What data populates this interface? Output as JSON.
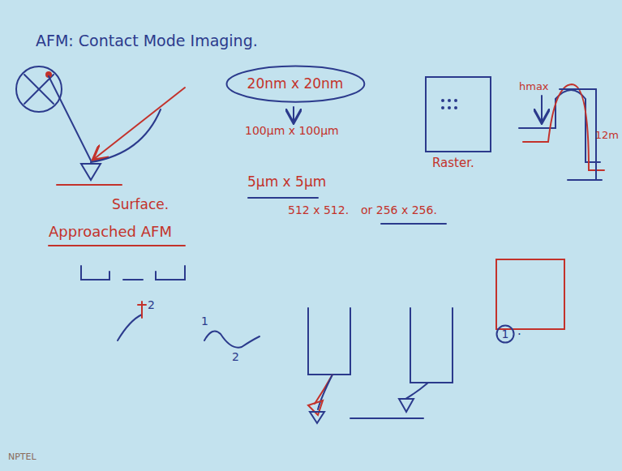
{
  "diagram": {
    "title": "AFM: Contact Mode Imaging.",
    "nodes": [
      {
        "text": [
          "20nm x 20nm"
        ]
      },
      {
        "text": [
          "1"
        ]
      }
    ],
    "labels": [
      "100μm x 100μm",
      "Raster.",
      "hmax",
      "12m",
      "Surface.",
      "Approached AFM",
      "5μm x 5μm",
      "512 x 512.",
      "or 256 x 256.",
      "2",
      "1",
      "2",
      ".",
      "NPTEL"
    ]
  }
}
